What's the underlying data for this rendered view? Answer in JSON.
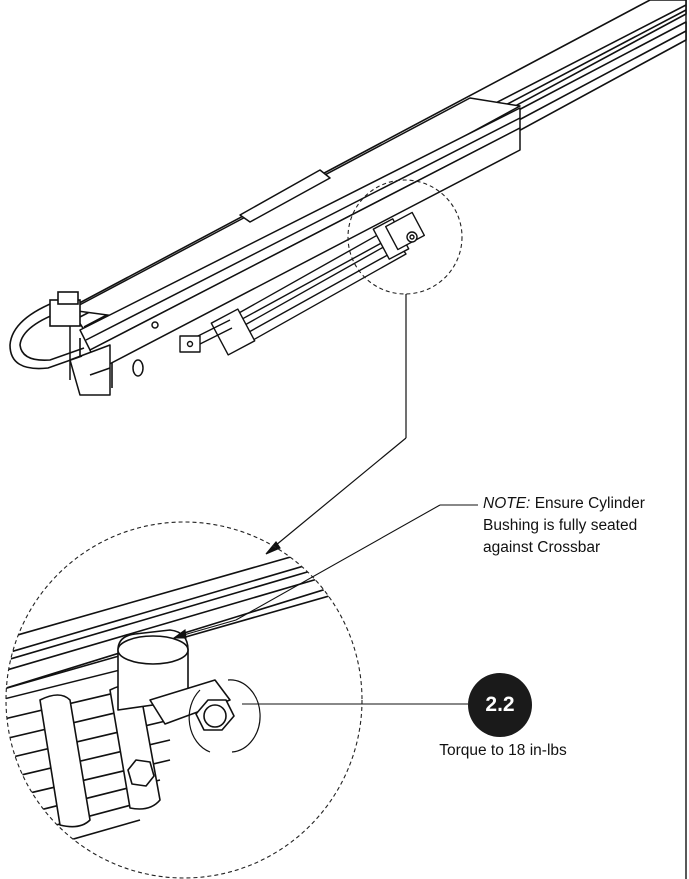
{
  "callouts": {
    "note_lead": "NOTE:",
    "note_line1": "Ensure Cylinder",
    "note_line2": "Bushing is fully seated",
    "note_line3": "against Crossbar",
    "step_number": "2.2",
    "torque_text": "Torque to 18 in-lbs"
  },
  "colors": {
    "ink": "#1a1a1a",
    "background": "#ffffff"
  }
}
